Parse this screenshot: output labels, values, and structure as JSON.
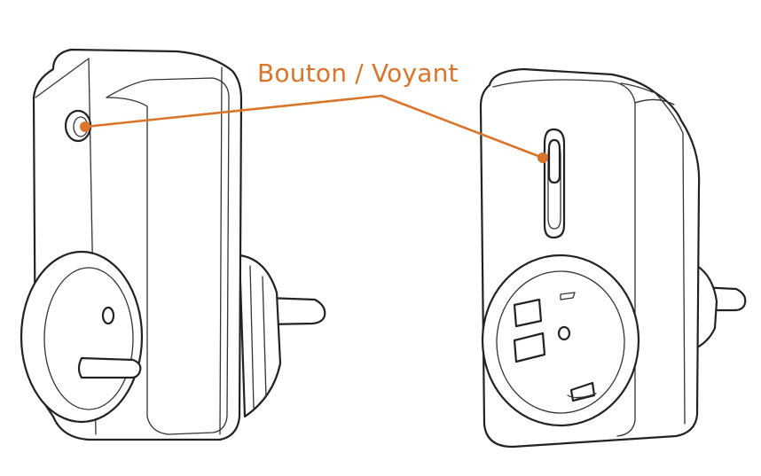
{
  "callout": {
    "label": "Bouton / Voyant",
    "color": "#d9752b"
  },
  "devices": [
    {
      "name": "plug-left"
    },
    {
      "name": "plug-right"
    }
  ]
}
